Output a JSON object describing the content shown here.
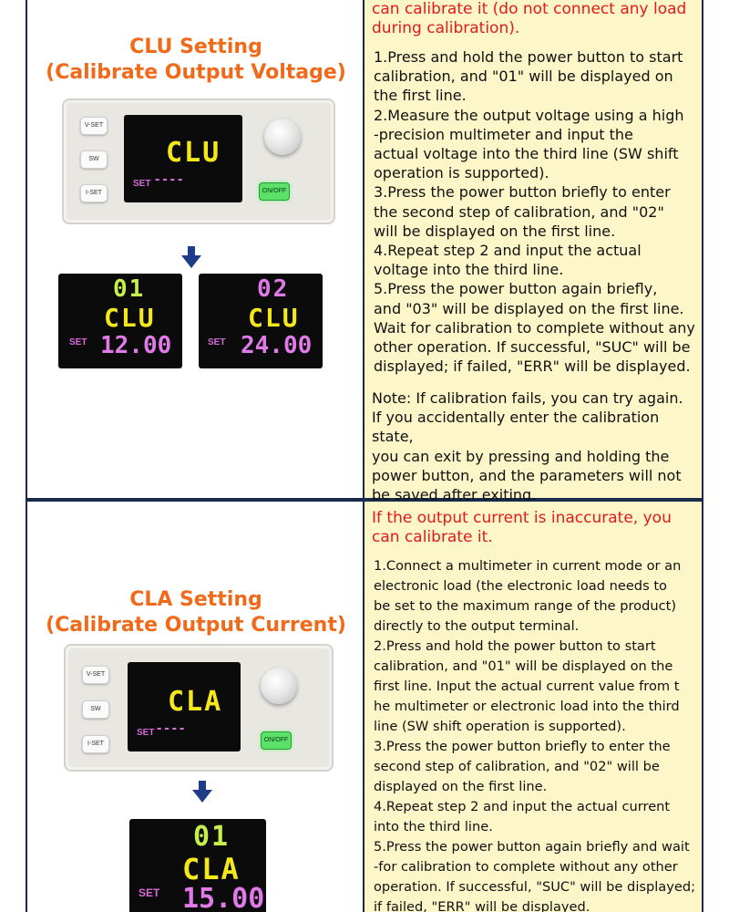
{
  "clu": {
    "heading_line1": "CLU Setting",
    "heading_line2": "(Calibrate Output Voltage)",
    "warning": "can calibrate it (do not connect any load during calibration).",
    "steps": "1.Press and hold the power button to start\n calibration, and \"01\" will be displayed on\n the first line.\n2.Measure the output voltage using a high\n-precision multimeter and input the\nactual voltage into the third line (SW shift\n operation is supported).\n3.Press the power button briefly to enter\nthe second step of calibration, and \"02\"\nwill be displayed on the first line.\n4.Repeat step 2 and input the actual\nvoltage into the third line.\n5.Press the power button again briefly,\nand \"03\" will be displayed on the first line.\n Wait for calibration to complete without any\n other operation. If successful, \"SUC\" will be\ndisplayed; if failed, \"ERR\" will be displayed.",
    "note": "Note: If calibration fails, you can try again.\nIf you accidentally enter the calibration state,\nyou can exit by pressing and holding the\npower button, and the parameters will not\nbe saved after exiting.",
    "device": {
      "btn_vset": "V-SET",
      "btn_sw": "SW",
      "btn_iset": "I-SET",
      "display": "CLU",
      "set_label": "SET",
      "dashes": "----",
      "onoff": "ON/OFF"
    },
    "screen_a": {
      "line1": "01",
      "line2": "CLU",
      "set_label": "SET",
      "line3": "12.00"
    },
    "screen_b": {
      "line1": "02",
      "line2": "CLU",
      "set_label": "SET",
      "line3": "24.00"
    }
  },
  "cla": {
    "heading_line1": "CLA Setting",
    "heading_line2": "(Calibrate Output Current)",
    "warning": "If the output current is inaccurate, you can calibrate it.",
    "steps": "1.Connect a multimeter in current mode or an\nelectronic load (the electronic load needs to\nbe set to the maximum range of the product)\ndirectly to the output terminal.\n2.Press and hold the power button to start\ncalibration, and \"01\" will be displayed on the\n first line. Input the actual current value from t\nhe multimeter or electronic load into the third\n line (SW shift operation is supported).\n3.Press the power button briefly to enter the\nsecond step of calibration, and \"02\" will be\ndisplayed on the first line.\n4.Repeat step 2 and input the actual current\ninto the third line.\n5.Press the power button again briefly and wait\n-for calibration to complete without any other\noperation. If successful, \"SUC\" will be displayed;\n if failed, \"ERR\" will be displayed.",
    "device": {
      "btn_vset": "V-SET",
      "btn_sw": "SW",
      "btn_iset": "I-SET",
      "display": "CLA",
      "set_label": "SET",
      "dashes": "----",
      "onoff": "ON/OFF"
    },
    "screen_a": {
      "line1": "01",
      "line2": "CLA",
      "set_label": "SET",
      "line3": "15.00"
    }
  },
  "colors": {
    "heading": "#f06a1a",
    "warning": "#e31a1a",
    "panel_bg": "#fdf6c8",
    "border": "#1a2a4a",
    "arrow": "#1f3c88",
    "seg_yellow": "#f4e81a",
    "seg_green": "#c6f04a",
    "seg_pink": "#e07ae8"
  },
  "icons": [
    "down-arrow-icon",
    "knob-icon"
  ]
}
